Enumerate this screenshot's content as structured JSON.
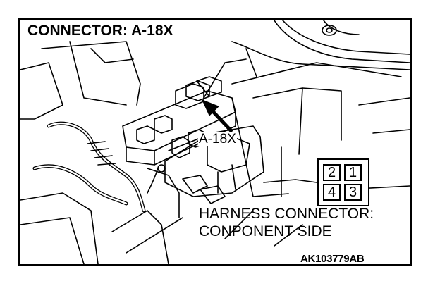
{
  "title": "CONNECTOR: A-18X",
  "callout_label": "A-18X",
  "harness_label_line1": "HARNESS CONNECTOR:",
  "harness_label_line2": "CONPONENT SIDE",
  "figure_id": "AK103779AB",
  "pins": {
    "p1": "1",
    "p2": "2",
    "p3": "3",
    "p4": "4"
  }
}
